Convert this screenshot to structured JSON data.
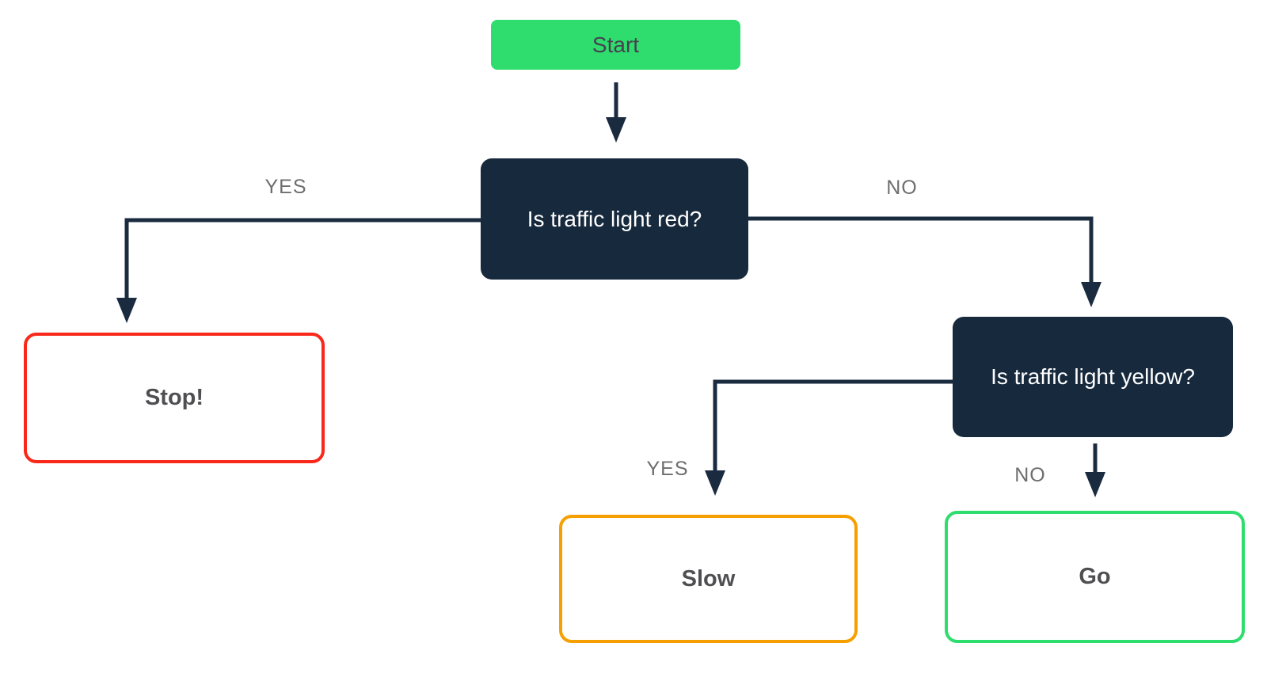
{
  "diagram": {
    "type": "flowchart",
    "background": "#FFFFFF",
    "nodes": {
      "start": {
        "label": "Start",
        "kind": "start",
        "fill": "#2EDD6E"
      },
      "q_red": {
        "label": "Is traffic light red?",
        "kind": "decision",
        "fill": "#17293D"
      },
      "stop": {
        "label": "Stop!",
        "kind": "result",
        "border": "#F8291B"
      },
      "q_yellow": {
        "label": "Is traffic light yellow?",
        "kind": "decision",
        "fill": "#17293D"
      },
      "slow": {
        "label": "Slow",
        "kind": "result",
        "border": "#F5A000"
      },
      "go": {
        "label": "Go",
        "kind": "result",
        "border": "#2EDD6E"
      }
    },
    "edges": {
      "start_to_red": {
        "from": "start",
        "to": "q_red",
        "label": ""
      },
      "red_yes": {
        "from": "q_red",
        "to": "stop",
        "label": "YES"
      },
      "red_no": {
        "from": "q_red",
        "to": "q_yellow",
        "label": "NO"
      },
      "yellow_yes": {
        "from": "q_yellow",
        "to": "slow",
        "label": "YES"
      },
      "yellow_no": {
        "from": "q_yellow",
        "to": "go",
        "label": "NO"
      }
    },
    "colors": {
      "navy": "#17293D",
      "line": "#1B2B3F",
      "green": "#2EDD6E",
      "red": "#F8291B",
      "orange": "#F5A000",
      "label-gray": "#6E6E6E",
      "start-text": "#45424D",
      "result-text": "#4F4F52"
    }
  }
}
